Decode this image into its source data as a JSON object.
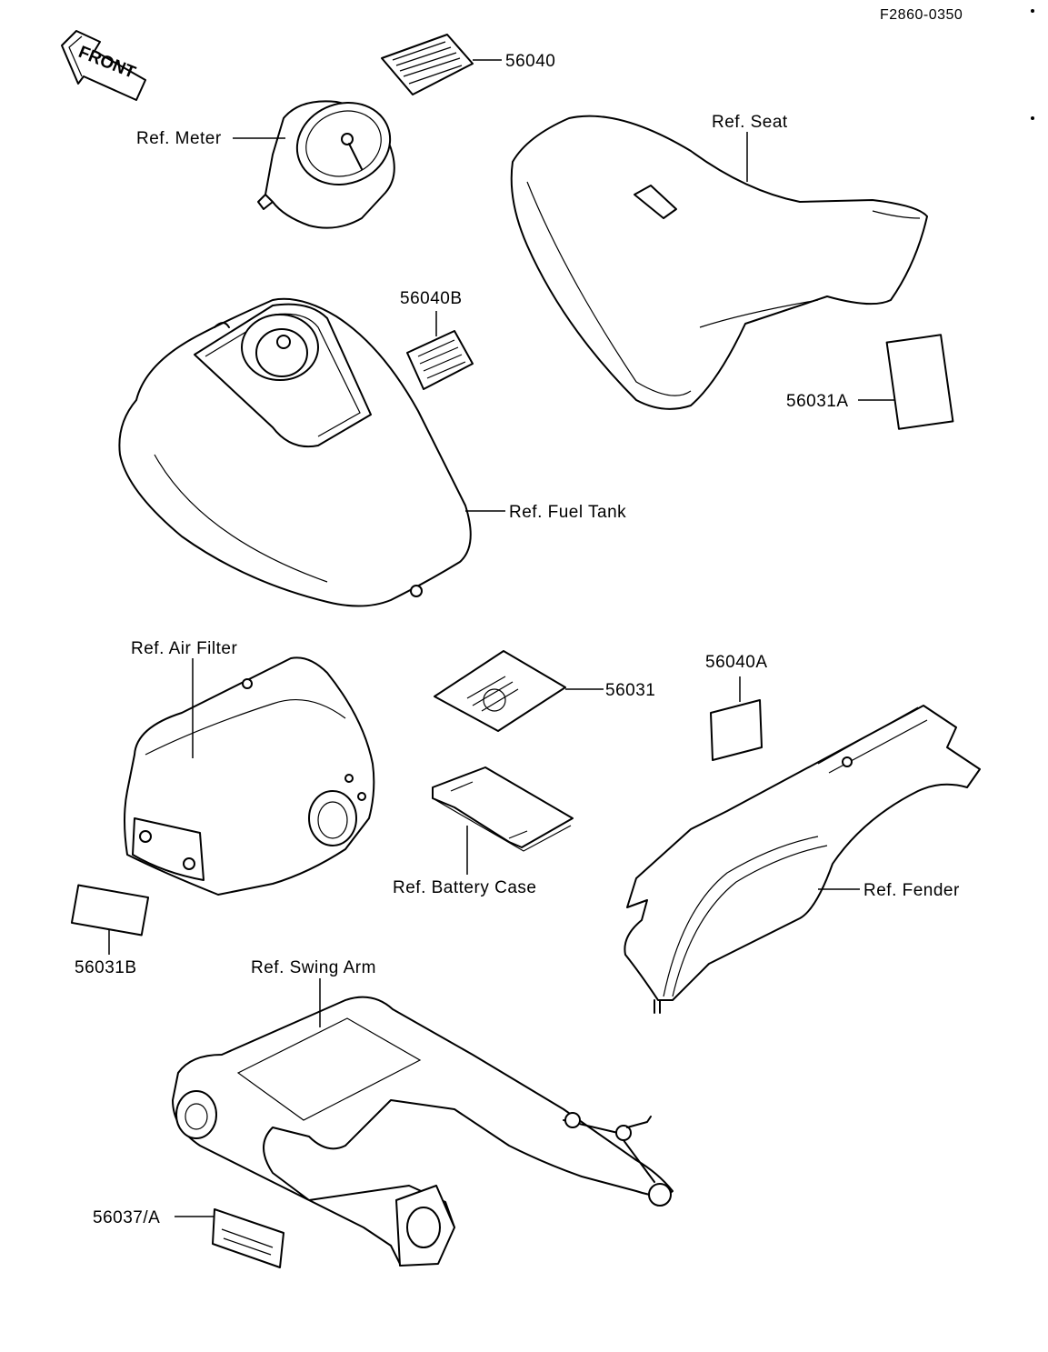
{
  "drawing_code": "F2860-0350",
  "front_label": "FRONT",
  "labels": {
    "part_56040": "56040",
    "part_56040B": "56040B",
    "part_56040A": "56040A",
    "part_56031": "56031",
    "part_56031A": "56031A",
    "part_56031B": "56031B",
    "part_56037A": "56037/A",
    "ref_meter": "Ref. Meter",
    "ref_seat": "Ref. Seat",
    "ref_fuel_tank": "Ref. Fuel Tank",
    "ref_air_filter": "Ref. Air Filter",
    "ref_battery_case": "Ref. Battery Case",
    "ref_fender": "Ref. Fender",
    "ref_swing_arm": "Ref. Swing Arm"
  }
}
